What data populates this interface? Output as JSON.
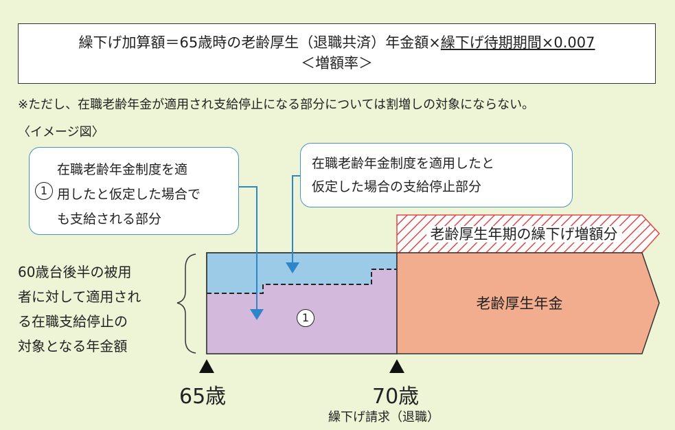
{
  "formula": {
    "line1_a": "繰下げ加算額＝65歳時の老齢厚生（退職共済）年金額×",
    "line1_b": "繰下げ待期期間×0.007",
    "line2": "＜増額率＞"
  },
  "note": "※ただし、在職老齢年金が適用され支給停止になる部分については割増しの対象にならない。",
  "image_label": "〈イメージ図〉",
  "callout1": {
    "marker": "1",
    "lines": [
      "在職老齢年金制度を適",
      "用したと仮定した場合で",
      "も支給される部分"
    ]
  },
  "callout2": {
    "lines": [
      "在職老齢年金制度を適用したと",
      "仮定した場合の支給停止部分"
    ]
  },
  "left_desc": [
    "60歳台後半の被用",
    "者に対して適用され",
    "る在職支給停止の",
    "対象となる年金額"
  ],
  "chart_marker": "1",
  "pension_label": "老齢厚生年金",
  "deferral_banner": "老齢厚生年期の繰下げ増額分",
  "age65": "65歳",
  "age70": "70歳",
  "age70_sub": "繰下げ請求（退職）",
  "colors": {
    "background": "#eef4d6",
    "paid_part": "#d3b9dc",
    "stopped_part": "#9ccbe8",
    "pension": "#f2ad8e",
    "callout_border": "#4a90c8",
    "arrow": "#2e86c8",
    "hatch": "#e04848"
  }
}
